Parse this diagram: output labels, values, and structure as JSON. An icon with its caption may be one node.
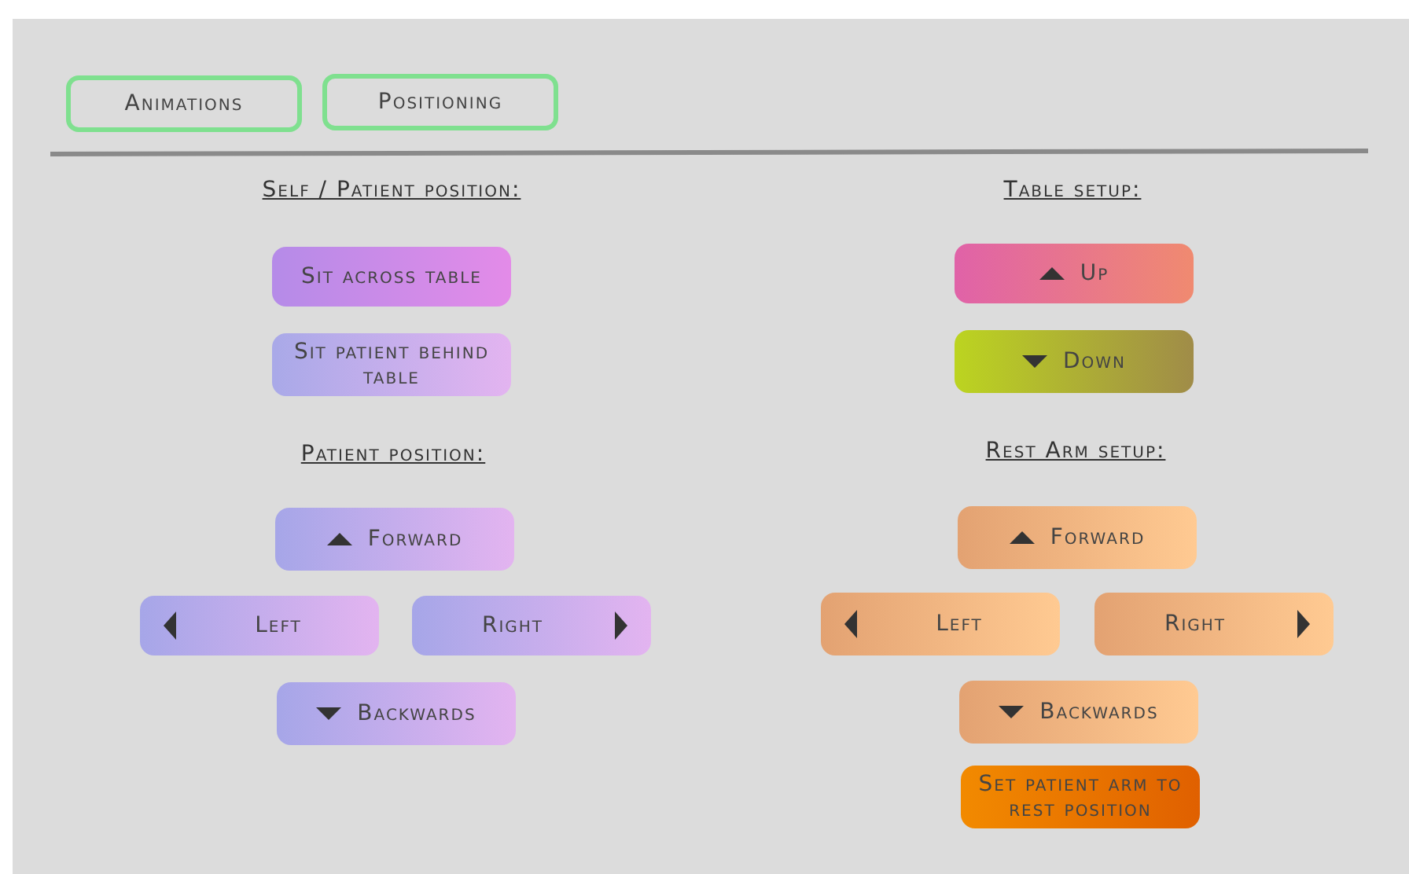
{
  "diagram": {
    "nodes": [
      {
        "text": [
          "Animations"
        ]
      },
      {
        "text": [
          "Positioning"
        ]
      },
      {
        "text": [
          "Sit across table"
        ]
      },
      {
        "text": [
          "Up"
        ]
      },
      {
        "text": [
          "Sit patient behind table"
        ]
      },
      {
        "text": [
          "Down"
        ]
      },
      {
        "text": [
          "Forward"
        ]
      },
      {
        "text": [
          "Forward"
        ]
      },
      {
        "text": [
          "Left"
        ]
      },
      {
        "text": [
          "Right"
        ]
      },
      {
        "text": [
          "Left"
        ]
      },
      {
        "text": [
          "Right"
        ]
      },
      {
        "text": [
          "Backwards"
        ]
      },
      {
        "text": [
          "Backwards"
        ]
      },
      {
        "text": [
          "Set patient arm to rest position"
        ]
      }
    ],
    "labels": [
      "Self / Patient position:",
      "Table setup:",
      "Patient position:",
      "Rest Arm setup:"
    ]
  }
}
